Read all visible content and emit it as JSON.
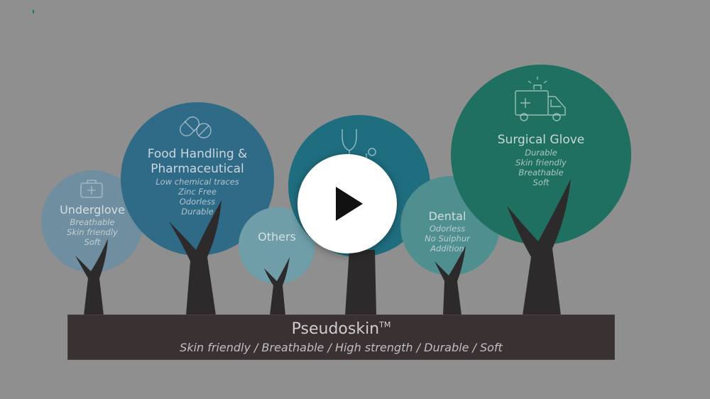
{
  "colors": {
    "background": "#8f8f8f",
    "underglove": "#6f8fa0",
    "food": "#2f6a87",
    "others": "#6f9ea8",
    "medical": "#1f6e80",
    "dental": "#4f8f8f",
    "surgical": "#1f7060",
    "trunk": "#2d2a2c",
    "base": "#3a3133"
  },
  "trees": {
    "underglove": {
      "icon": "first-aid-kit-icon",
      "title": "Underglove",
      "features": [
        "Breathable",
        "Skin friendly",
        "Soft"
      ]
    },
    "food": {
      "icon": "pills-icon",
      "title_line1": "Food Handling &",
      "title_line2": "Pharmaceutical",
      "features": [
        "Low chemical traces",
        "Zinc Free",
        "Odorless",
        "Durable"
      ]
    },
    "others": {
      "title": "Others"
    },
    "medical": {
      "icon": "stethoscope-icon"
    },
    "dental": {
      "title": "Dental",
      "features": [
        "Odorless",
        "No Sulphur",
        "Addition"
      ]
    },
    "surgical": {
      "icon": "ambulance-icon",
      "title": "Surgical Glove",
      "features": [
        "Durable",
        "Skin friendly",
        "Breathable",
        "Soft"
      ]
    }
  },
  "base": {
    "title": "Pseudoskin",
    "trademark": "TM",
    "tagline": "Skin friendly / Breathable / High strength / Durable / Soft"
  },
  "player": {
    "play_icon": "play-icon"
  }
}
